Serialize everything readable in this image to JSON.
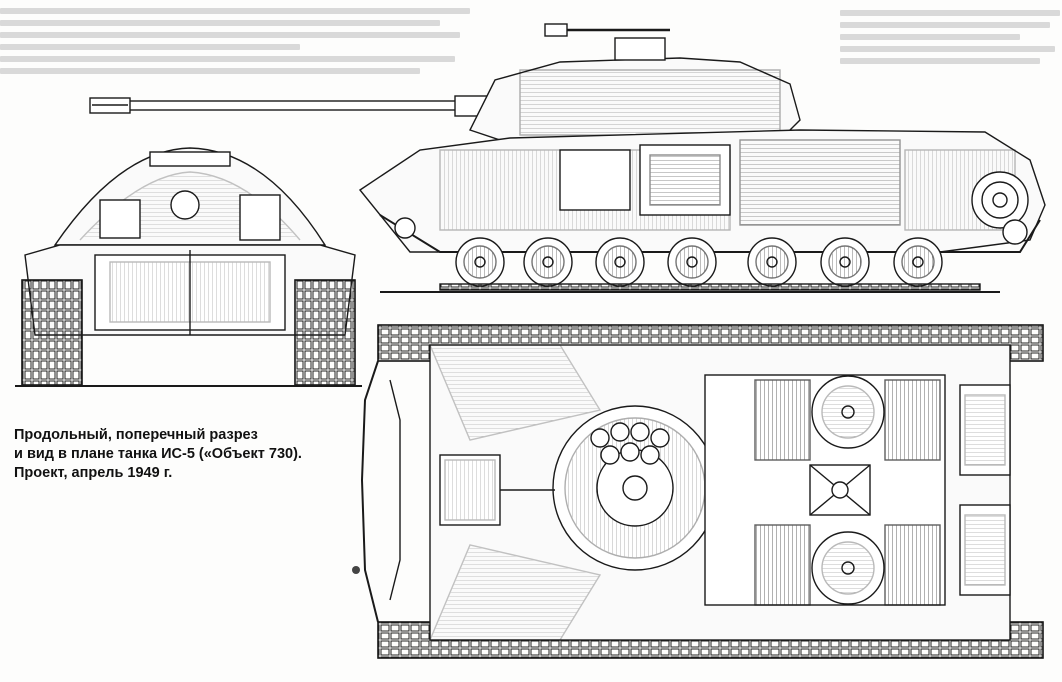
{
  "caption": {
    "line1": "Продольный, поперечный разрез",
    "line2": "и вид в плане танка ИС-5 («Объект 730).",
    "line3": "Проект, апрель 1949 г."
  },
  "drawings": {
    "side_view_icon": "tank-side-section-drawing",
    "front_view_icon": "tank-cross-section-drawing",
    "plan_view_icon": "tank-plan-view-drawing"
  },
  "colors": {
    "ink": "#111111",
    "paper": "#fdfdfc",
    "ghost_text": "#d4d4d4"
  }
}
